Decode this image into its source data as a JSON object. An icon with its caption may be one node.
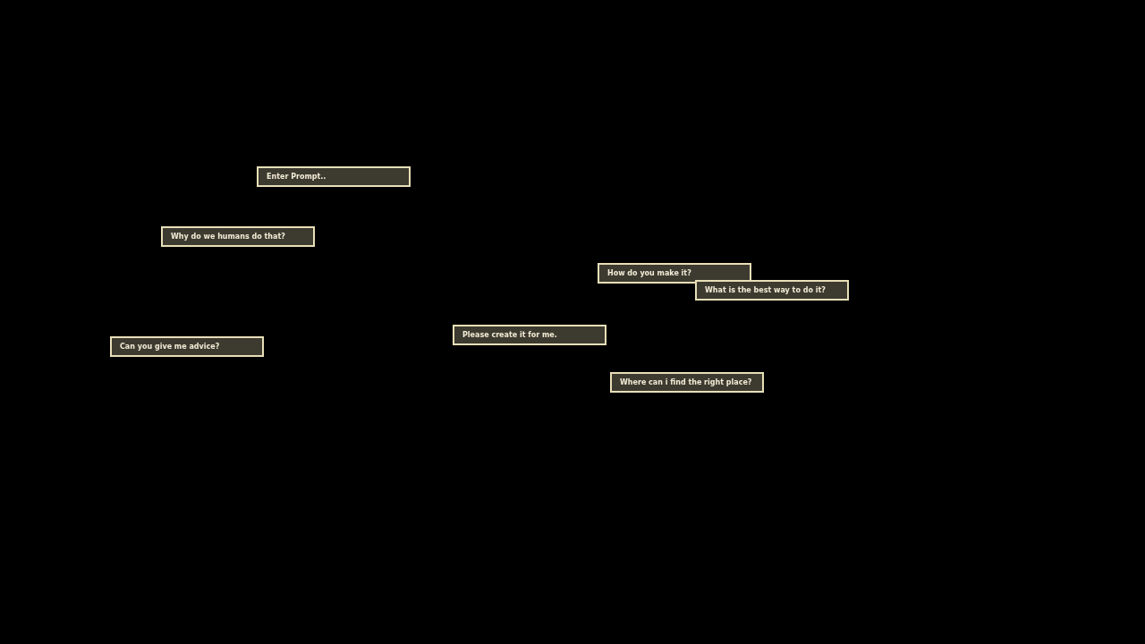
{
  "diagram": {
    "nodes": [
      {
        "text": [
          "Enter Prompt.."
        ]
      },
      {
        "text": [
          "Why do we humans do that?"
        ]
      },
      {
        "text": [
          "How do you make it?"
        ]
      },
      {
        "text": [
          "What is the best way to do it?"
        ]
      },
      {
        "text": [
          "Please create it for me."
        ]
      },
      {
        "text": [
          "Can you give me advice?"
        ]
      },
      {
        "text": [
          "Where can i find the right place?"
        ]
      }
    ]
  }
}
